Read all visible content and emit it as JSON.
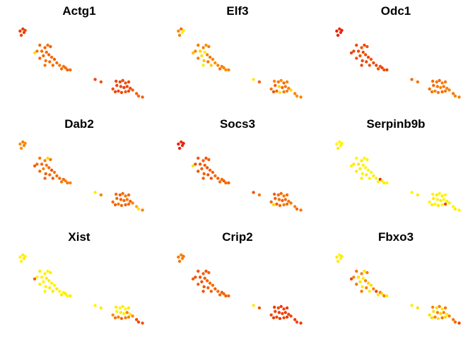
{
  "chart_data": {
    "type": "scatter",
    "description_note": "",
    "color_scale": [
      "#ffff00",
      "#ff9900",
      "#e8220c"
    ],
    "coords": [
      [
        -2.05,
        3.02
      ],
      [
        -1.95,
        2.98
      ],
      [
        -2.02,
        2.9
      ],
      [
        -1.98,
        3.08
      ],
      [
        -1.92,
        3.04
      ],
      [
        -1.55,
        2.62
      ],
      [
        -1.42,
        2.55
      ],
      [
        -1.35,
        2.62
      ],
      [
        -1.28,
        2.58
      ],
      [
        -1.5,
        2.45
      ],
      [
        -1.38,
        2.42
      ],
      [
        -1.62,
        2.45
      ],
      [
        -1.68,
        2.4
      ],
      [
        -1.46,
        2.32
      ],
      [
        -1.32,
        2.35
      ],
      [
        -1.25,
        2.28
      ],
      [
        -1.55,
        2.25
      ],
      [
        -1.4,
        2.18
      ],
      [
        -1.3,
        2.15
      ],
      [
        -1.18,
        2.22
      ],
      [
        -1.12,
        2.12
      ],
      [
        -1.05,
        2.05
      ],
      [
        -1.22,
        2.05
      ],
      [
        -1.42,
        2.05
      ],
      [
        -1.0,
        1.95
      ],
      [
        -0.95,
        2.02
      ],
      [
        -0.9,
        1.98
      ],
      [
        -0.85,
        1.92
      ],
      [
        -0.78,
        1.92
      ],
      [
        -0.15,
        1.65
      ],
      [
        0.0,
        1.58
      ],
      [
        0.38,
        1.6
      ],
      [
        0.48,
        1.58
      ],
      [
        0.55,
        1.62
      ],
      [
        0.62,
        1.55
      ],
      [
        0.7,
        1.58
      ],
      [
        0.4,
        1.48
      ],
      [
        0.5,
        1.45
      ],
      [
        0.58,
        1.42
      ],
      [
        0.66,
        1.45
      ],
      [
        0.74,
        1.4
      ],
      [
        0.3,
        1.38
      ],
      [
        0.36,
        1.3
      ],
      [
        0.44,
        1.32
      ],
      [
        0.52,
        1.28
      ],
      [
        0.62,
        1.3
      ],
      [
        0.7,
        1.32
      ],
      [
        0.8,
        1.35
      ],
      [
        0.9,
        1.25
      ],
      [
        0.95,
        1.18
      ],
      [
        1.05,
        1.15
      ]
    ],
    "xlim": [
      -2.2,
      1.2
    ],
    "ylim": [
      1.0,
      3.2
    ],
    "panels": [
      {
        "title": "Actg1",
        "values": [
          0.9,
          0.9,
          0.85,
          0.9,
          0.85,
          0.7,
          0.75,
          0.7,
          0.75,
          0.7,
          0.7,
          0.65,
          0.15,
          0.7,
          0.75,
          0.7,
          0.7,
          0.65,
          0.7,
          0.75,
          0.7,
          0.65,
          0.7,
          0.65,
          0.7,
          0.65,
          0.7,
          0.75,
          0.7,
          0.85,
          0.8,
          0.85,
          0.85,
          0.85,
          0.8,
          0.85,
          0.85,
          0.85,
          0.9,
          0.85,
          0.85,
          0.8,
          0.85,
          0.85,
          0.85,
          0.8,
          0.85,
          0.75,
          0.75,
          0.7,
          0.75
        ]
      },
      {
        "title": "Elf3",
        "values": [
          0.6,
          0.05,
          0.6,
          0.7,
          0.1,
          0.65,
          0.6,
          0.55,
          0.6,
          0.2,
          0.1,
          0.6,
          0.3,
          0.15,
          0.6,
          0.65,
          0.6,
          0.3,
          0.65,
          0.6,
          0.55,
          0.6,
          0.25,
          0.1,
          0.65,
          0.6,
          0.6,
          0.55,
          0.6,
          0.1,
          0.75,
          0.6,
          0.65,
          0.55,
          0.7,
          0.6,
          0.75,
          0.2,
          0.7,
          0.65,
          0.6,
          0.65,
          0.8,
          0.7,
          0.15,
          0.65,
          0.6,
          0.2,
          0.6,
          0.55,
          0.6
        ]
      },
      {
        "title": "Odc1",
        "values": [
          1.0,
          0.95,
          1.0,
          0.95,
          1.0,
          0.85,
          0.8,
          0.85,
          0.8,
          0.85,
          0.85,
          0.85,
          0.85,
          0.8,
          0.85,
          0.85,
          0.8,
          0.85,
          0.85,
          0.8,
          0.85,
          0.85,
          0.8,
          0.85,
          0.8,
          0.8,
          0.85,
          0.8,
          0.85,
          0.7,
          0.65,
          0.7,
          0.65,
          0.7,
          0.6,
          0.65,
          0.7,
          0.65,
          0.6,
          0.65,
          0.6,
          0.7,
          0.65,
          0.6,
          0.65,
          0.7,
          0.65,
          0.6,
          0.65,
          0.6,
          0.6
        ]
      },
      {
        "title": "Dab2",
        "values": [
          0.55,
          0.6,
          0.55,
          0.6,
          0.55,
          0.65,
          0.6,
          0.2,
          0.65,
          0.7,
          0.65,
          0.7,
          0.75,
          0.6,
          0.7,
          0.8,
          0.7,
          0.75,
          0.7,
          0.65,
          0.7,
          0.7,
          0.75,
          0.7,
          0.65,
          0.7,
          0.6,
          0.65,
          0.6,
          0.1,
          0.6,
          0.7,
          0.75,
          0.7,
          0.65,
          0.7,
          0.7,
          0.75,
          0.7,
          0.65,
          0.75,
          0.7,
          0.75,
          0.65,
          0.7,
          0.75,
          0.7,
          0.6,
          0.4,
          0.15,
          0.6
        ]
      },
      {
        "title": "Socs3",
        "values": [
          1.0,
          0.95,
          1.0,
          0.95,
          1.0,
          0.8,
          0.75,
          0.8,
          0.75,
          0.8,
          0.75,
          0.8,
          0.15,
          0.75,
          0.8,
          0.75,
          0.8,
          0.75,
          0.8,
          0.75,
          0.7,
          0.75,
          0.8,
          0.75,
          0.7,
          0.7,
          0.75,
          0.7,
          0.75,
          0.8,
          0.65,
          0.75,
          0.7,
          0.7,
          0.65,
          0.7,
          0.75,
          0.7,
          0.75,
          0.7,
          0.65,
          0.7,
          0.2,
          0.75,
          0.7,
          0.65,
          0.7,
          0.65,
          0.6,
          0.7,
          0.65
        ]
      },
      {
        "title": "Serpinb9b",
        "values": [
          0.05,
          0.05,
          0.1,
          0.05,
          0.05,
          0.05,
          0.1,
          0.05,
          0.05,
          0.1,
          0.05,
          0.1,
          0.05,
          0.1,
          0.05,
          0.05,
          0.1,
          0.05,
          0.1,
          0.05,
          0.1,
          0.05,
          0.05,
          0.1,
          0.05,
          0.95,
          0.05,
          0.1,
          0.05,
          0.05,
          0.1,
          0.05,
          0.1,
          0.05,
          0.1,
          0.05,
          0.1,
          0.05,
          0.1,
          0.05,
          0.1,
          0.05,
          0.1,
          0.05,
          0.1,
          0.05,
          0.85,
          0.1,
          0.05,
          0.1,
          0.05
        ]
      },
      {
        "title": "Xist",
        "values": [
          0.05,
          0.1,
          0.05,
          0.1,
          0.05,
          0.1,
          0.05,
          0.05,
          0.1,
          0.05,
          0.1,
          0.05,
          0.75,
          0.05,
          0.1,
          0.05,
          0.1,
          0.05,
          0.1,
          0.05,
          0.1,
          0.05,
          0.1,
          0.05,
          0.1,
          0.05,
          0.1,
          0.05,
          0.1,
          0.05,
          0.1,
          0.1,
          0.05,
          0.1,
          0.05,
          0.1,
          0.05,
          0.1,
          0.05,
          0.6,
          0.1,
          0.55,
          0.65,
          0.6,
          0.7,
          0.65,
          0.6,
          0.55,
          0.85,
          0.85,
          0.8
        ]
      },
      {
        "title": "Crip2",
        "values": [
          0.65,
          0.6,
          0.65,
          0.6,
          0.65,
          0.8,
          0.75,
          0.8,
          0.75,
          0.8,
          0.75,
          0.8,
          0.75,
          0.8,
          0.75,
          0.7,
          0.75,
          0.8,
          0.75,
          0.7,
          0.75,
          0.7,
          0.75,
          0.8,
          0.7,
          0.75,
          0.7,
          0.75,
          0.7,
          0.1,
          0.8,
          0.9,
          0.85,
          0.9,
          0.85,
          0.9,
          0.85,
          0.9,
          0.85,
          0.9,
          0.85,
          0.85,
          0.9,
          0.85,
          0.9,
          0.85,
          0.9,
          0.85,
          0.9,
          0.85,
          0.9
        ]
      },
      {
        "title": "Fbxo3",
        "values": [
          0.1,
          0.05,
          0.1,
          0.05,
          0.1,
          0.65,
          0.6,
          0.1,
          0.6,
          0.15,
          0.1,
          0.6,
          0.85,
          0.15,
          0.6,
          0.2,
          0.65,
          0.1,
          0.6,
          0.15,
          0.6,
          0.85,
          0.1,
          0.65,
          0.1,
          0.6,
          0.15,
          0.6,
          0.1,
          0.1,
          0.15,
          0.6,
          0.15,
          0.6,
          0.1,
          0.65,
          0.15,
          0.6,
          0.2,
          0.6,
          0.1,
          0.15,
          0.2,
          0.6,
          0.15,
          0.65,
          0.2,
          0.6,
          0.65,
          0.7,
          0.85
        ]
      }
    ]
  }
}
